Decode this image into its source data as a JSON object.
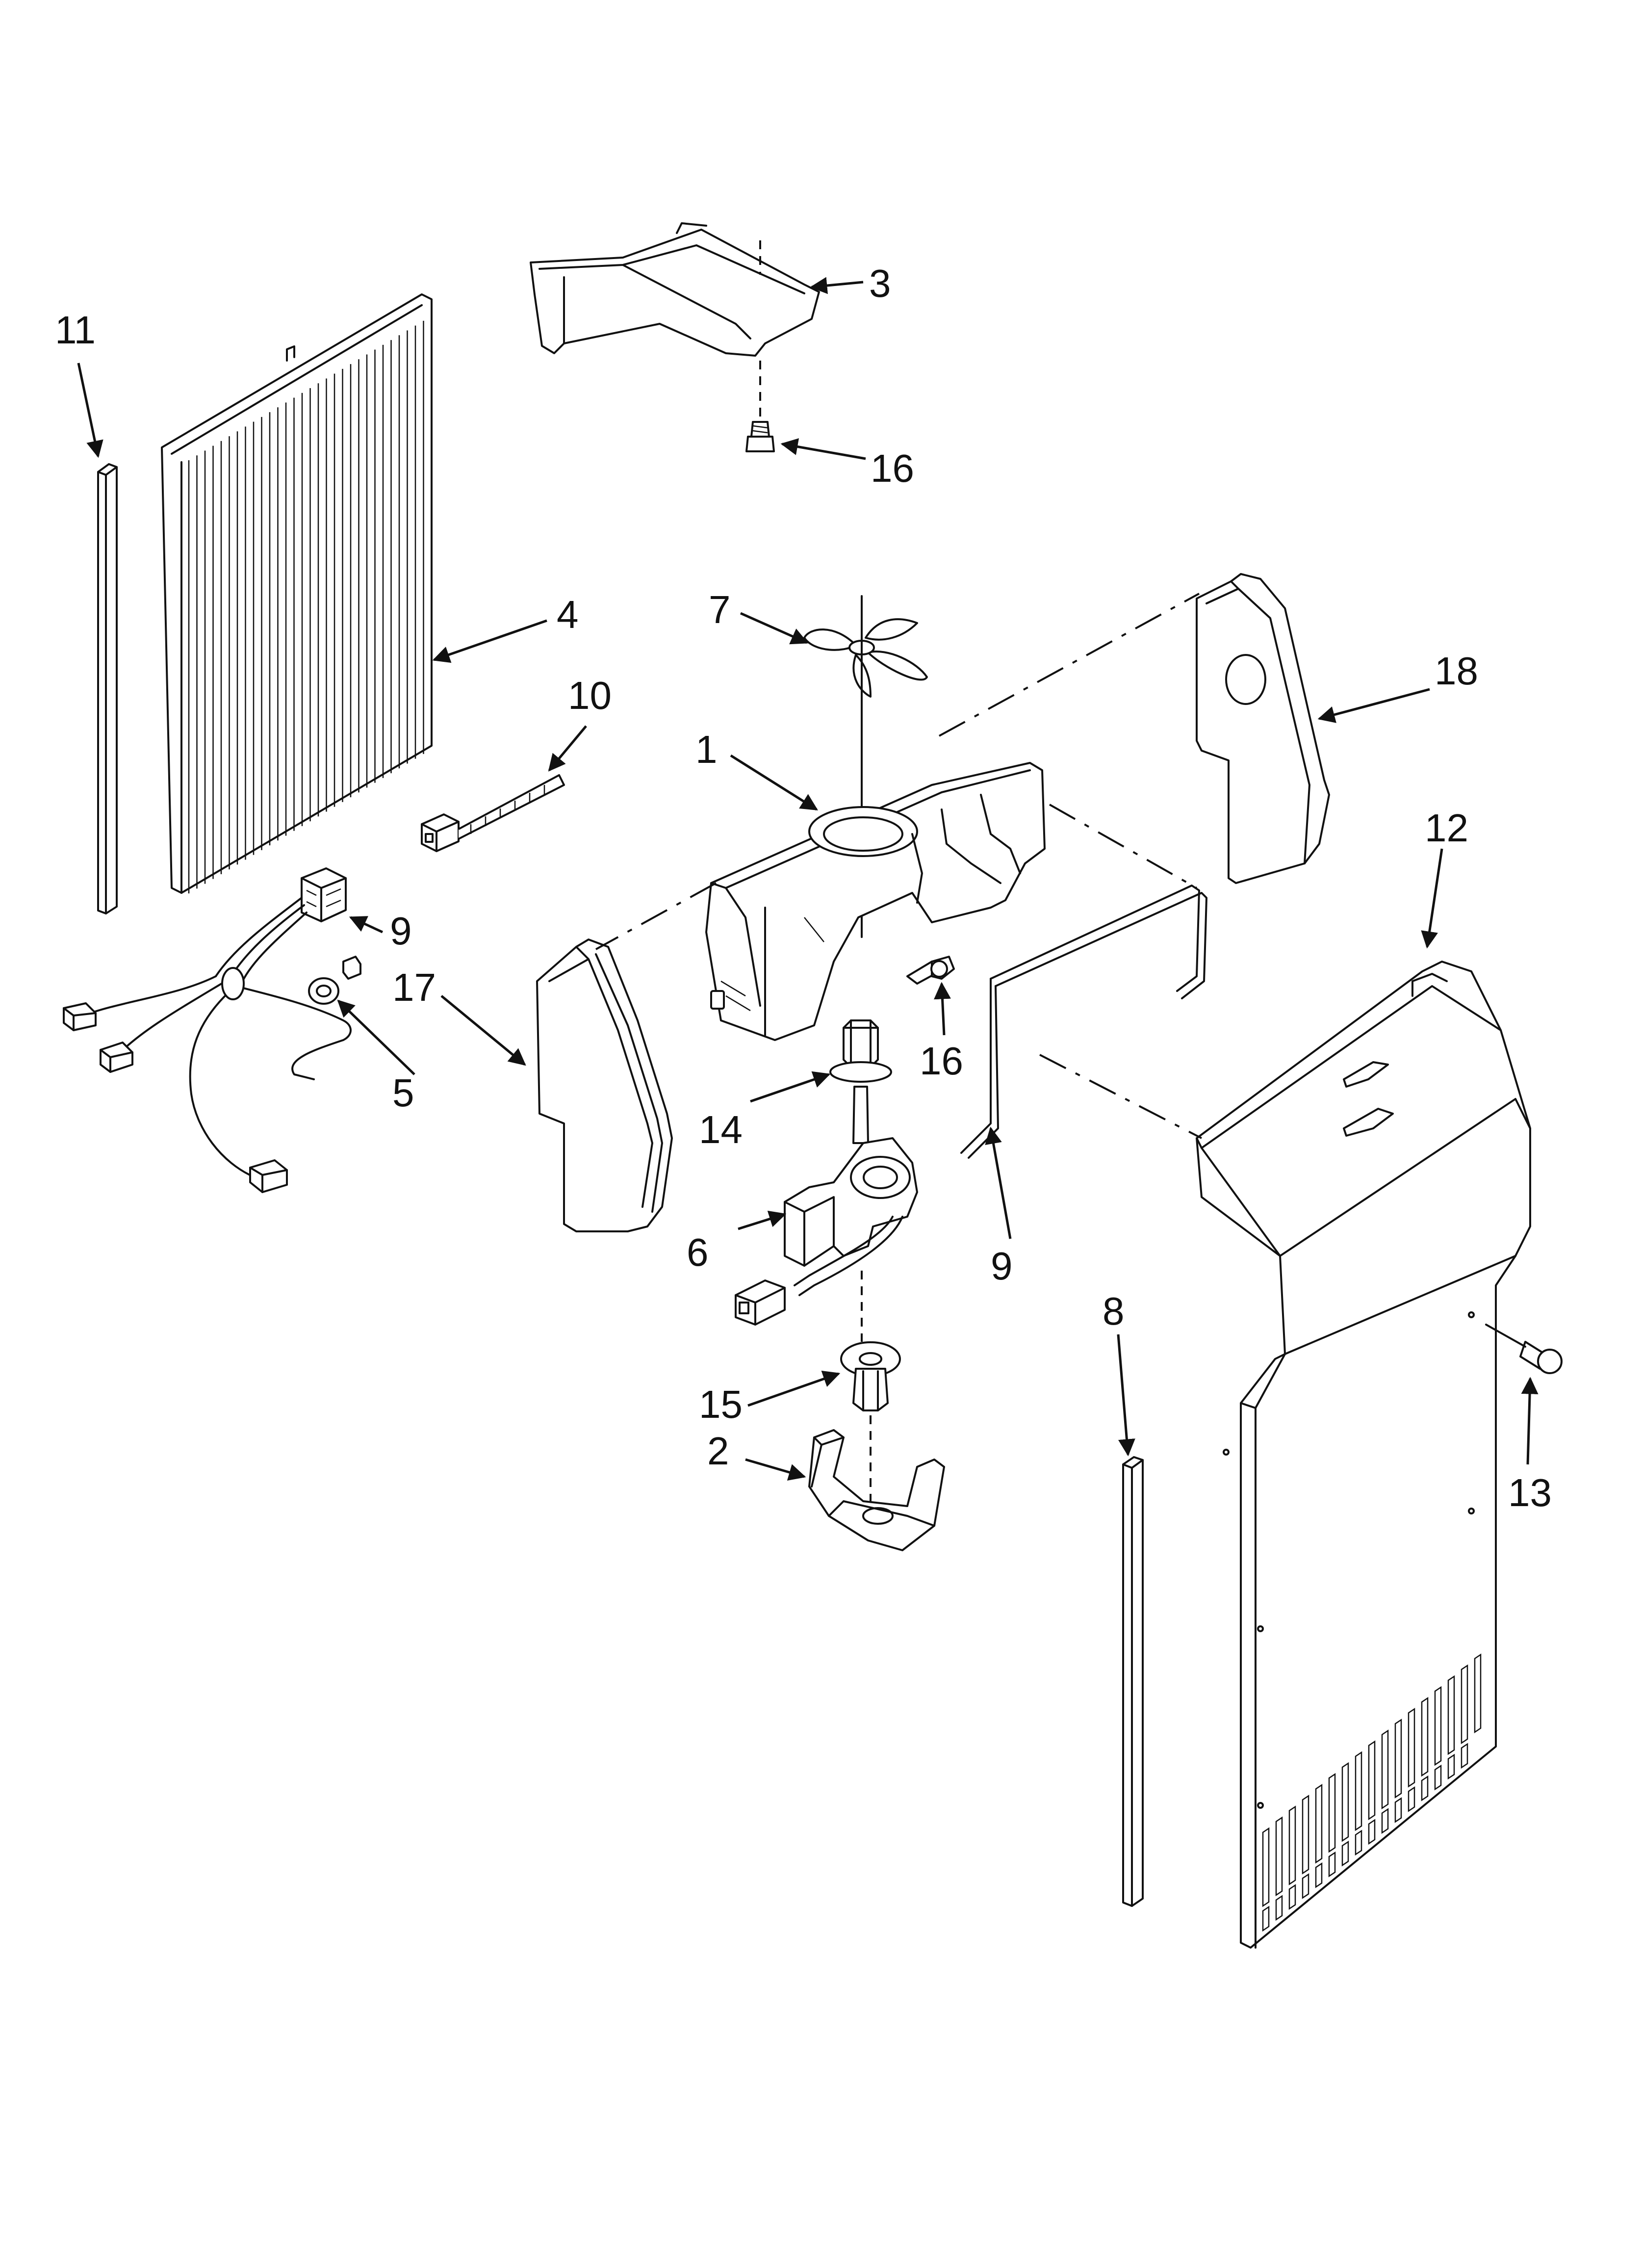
{
  "callouts": [
    {
      "id": "c1",
      "text": "1"
    },
    {
      "id": "c2",
      "text": "2"
    },
    {
      "id": "c3",
      "text": "3"
    },
    {
      "id": "c4",
      "text": "4"
    },
    {
      "id": "c5",
      "text": "5"
    },
    {
      "id": "c6",
      "text": "6"
    },
    {
      "id": "c7",
      "text": "7"
    },
    {
      "id": "c8",
      "text": "8"
    },
    {
      "id": "c9a",
      "text": "9"
    },
    {
      "id": "c9b",
      "text": "9"
    },
    {
      "id": "c10",
      "text": "10"
    },
    {
      "id": "c11",
      "text": "11"
    },
    {
      "id": "c12",
      "text": "12"
    },
    {
      "id": "c13",
      "text": "13"
    },
    {
      "id": "c14",
      "text": "14"
    },
    {
      "id": "c15",
      "text": "15"
    },
    {
      "id": "c16a",
      "text": "16"
    },
    {
      "id": "c16b",
      "text": "16"
    },
    {
      "id": "c17",
      "text": "17"
    },
    {
      "id": "c18",
      "text": "18"
    }
  ]
}
